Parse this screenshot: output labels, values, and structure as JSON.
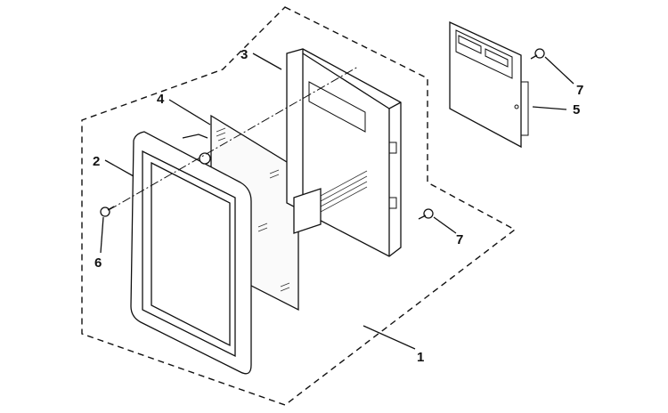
{
  "callouts": [
    {
      "id": "1",
      "text": "1"
    },
    {
      "id": "2",
      "text": "2"
    },
    {
      "id": "3",
      "text": "3"
    },
    {
      "id": "4",
      "text": "4"
    },
    {
      "id": "5",
      "text": "5"
    },
    {
      "id": "6",
      "text": "6"
    },
    {
      "id": "7a",
      "text": "7"
    },
    {
      "id": "7b",
      "text": "7"
    }
  ],
  "parts": [
    "assembly-boundary",
    "door-frame",
    "control-panel-housing",
    "membrane-sheet",
    "circuit-board",
    "screw"
  ],
  "colors": {
    "ink": "#111111",
    "paper": "#ffffff"
  }
}
